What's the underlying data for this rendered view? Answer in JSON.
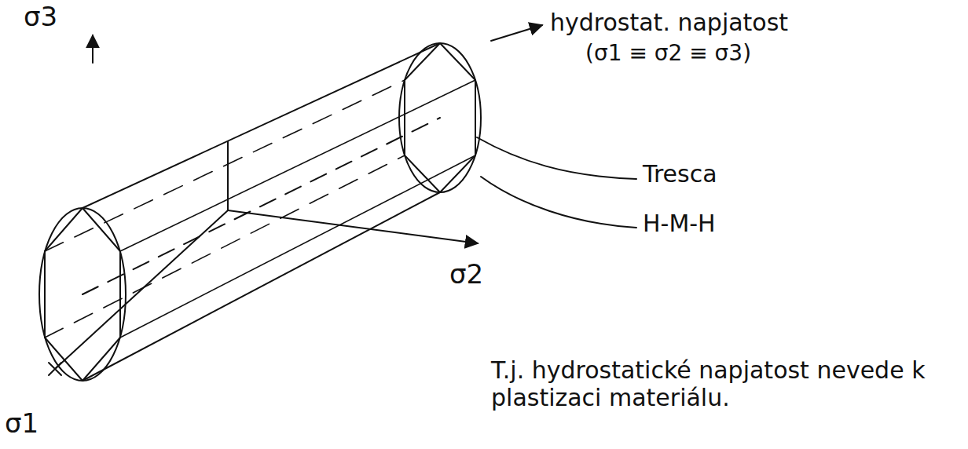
{
  "diagram": {
    "labels": [
      "σ3",
      "σ2",
      "σ1",
      "hydrostat. napjatost",
      "(σ1 ≡ σ2 ≡ σ3)",
      "Tresca",
      "H-M-H",
      "T.j. hydrostatické napjatost nevede k plastizaci materiálu."
    ]
  }
}
